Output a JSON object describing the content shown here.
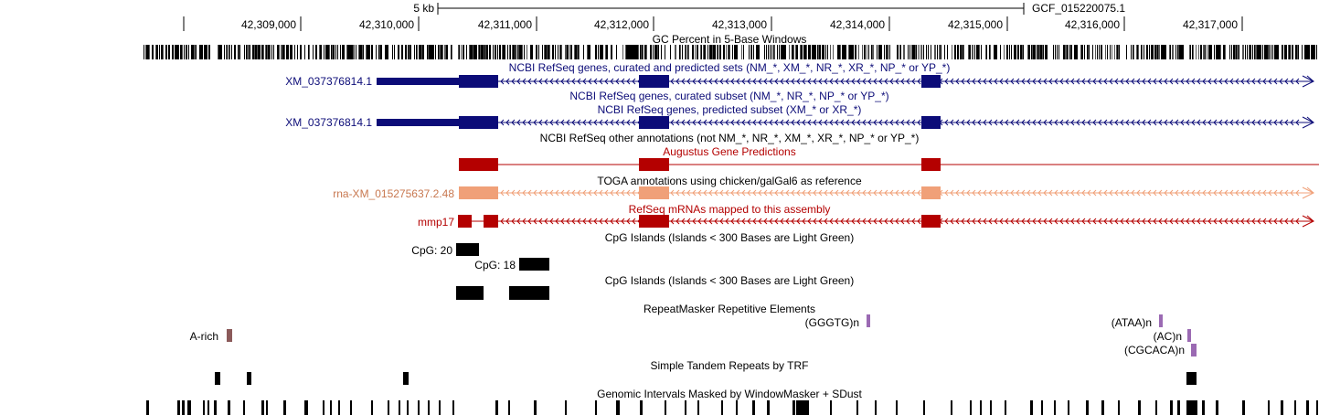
{
  "scale": {
    "label": "5 kb",
    "assembly": "GCF_015220075.1"
  },
  "ruler": {
    "ticks": [
      "42,309,000",
      "42,310,000",
      "42,311,000",
      "42,312,000",
      "42,313,000",
      "42,314,000",
      "42,315,000",
      "42,316,000",
      "42,317,000"
    ]
  },
  "tracks": {
    "gc_percent": "GC Percent in 5-Base Windows",
    "refseq_all": "NCBI RefSeq genes, curated and predicted sets (NM_*, XM_*, NR_*, XR_*, NP_* or YP_*)",
    "refseq_curated": "NCBI RefSeq genes, curated subset (NM_*, NR_*, NP_* or YP_*)",
    "refseq_predicted": "NCBI RefSeq genes, predicted subset (XM_* or XR_*)",
    "refseq_other": "NCBI RefSeq other annotations (not NM_*, NR_*, XM_*, XR_*, NP_* or YP_*)",
    "augustus": "Augustus Gene Predictions",
    "toga": "TOGA annotations using chicken/galGal6 as reference",
    "refseq_mrna": "RefSeq mRNAs mapped to this assembly",
    "cpg1": "CpG Islands (Islands < 300 Bases are Light Green)",
    "cpg2": "CpG Islands (Islands < 300 Bases are Light Green)",
    "repeatmasker": "RepeatMasker Repetitive Elements",
    "trf": "Simple Tandem Repeats by TRF",
    "windowmasker": "Genomic Intervals Masked by WindowMasker + SDust"
  },
  "features": {
    "refseq_all_name": "XM_037376814.1",
    "refseq_predicted_name": "XM_037376814.1",
    "toga_name": "rna-XM_015275637.2.48",
    "mrna_name": "mmp17",
    "cpg_a": "CpG: 20",
    "cpg_b": "CpG: 18",
    "rep_gggtg": "(GGGTG)n",
    "rep_ataa": "(ATAA)n",
    "rep_arich": "A-rich",
    "rep_ac": "(AC)n",
    "rep_cgcaca": "(CGCACA)n"
  },
  "colors": {
    "refseq": "#0c0c78",
    "augustus": "#b40000",
    "toga": "#f0a078",
    "toga_label": "#c87850",
    "repeat_low": "#9b6ab3",
    "repeat_arich": "#8b5a5a",
    "black": "#000000"
  }
}
